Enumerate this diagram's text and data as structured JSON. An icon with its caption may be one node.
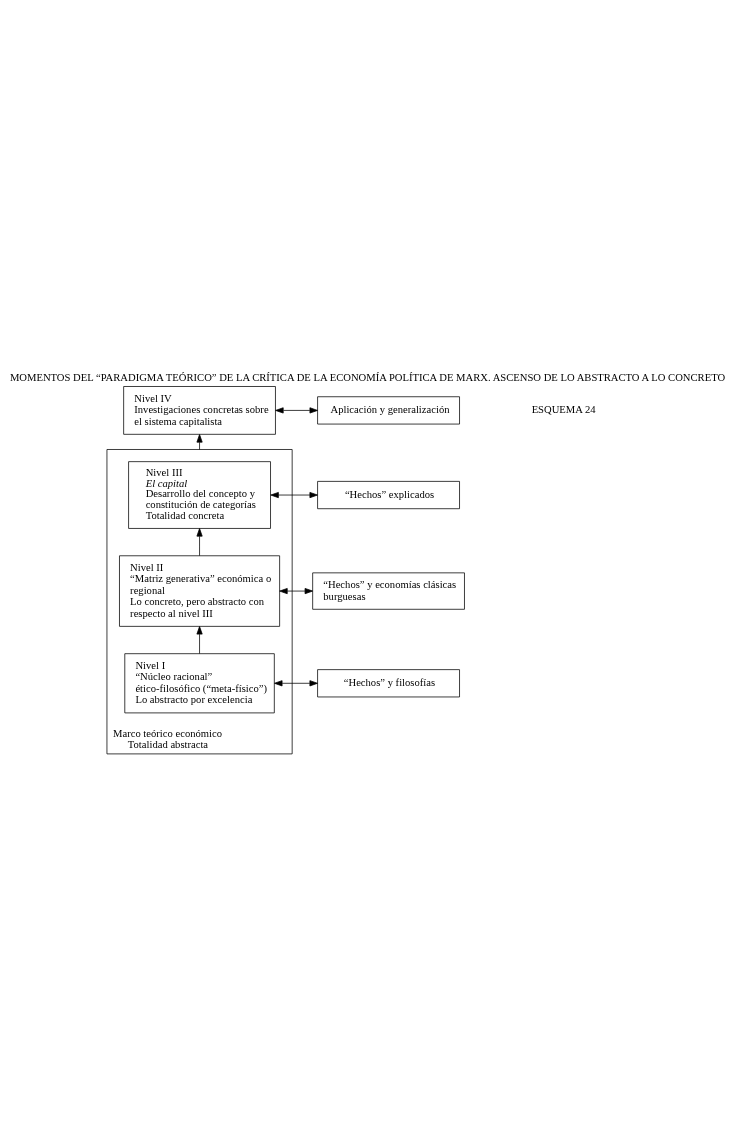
{
  "diagram": {
    "title": "MOMENTOS DEL “PARADIGMA TEÓRICO” DE LA CRÍTICA DE LA ECONOMÍA POLÍTICA DE MARX. ASCENSO DE LO ABSTRACTO A LO CONCRETO",
    "nodes": [
      {
        "text": [
          "Nivel IV",
          "Investigaciones concretas sobre el sistema capitalista"
        ]
      },
      {
        "text": [
          "Aplicación y generalización"
        ]
      },
      {
        "text": [
          "Marco teórico económico",
          "Totalidad abstracta"
        ]
      },
      {
        "text": [
          "Nivel III",
          "El capital",
          "Desarrollo del concepto y constitución de categorías",
          "Totalidad concreta"
        ],
        "in": 2
      },
      {
        "text": [
          "“Hechos” explicados"
        ]
      },
      {
        "text": [
          "Nivel II",
          "“Matriz generativa” económica o regional",
          "Lo concreto, pero abstracto con respecto al nivel III"
        ],
        "in": 2
      },
      {
        "text": [
          "“Hechos” y economías clásicas burguesas"
        ]
      },
      {
        "text": [
          "Nivel I",
          "“Núcleo racional” ético-filosófico (“meta-físico”)",
          "Lo abstracto por excelencia"
        ],
        "in": 2
      },
      {
        "text": [
          "“Hechos” y filosofías"
        ]
      }
    ],
    "edges": [
      {
        "from": 0,
        "to": 1,
        "arrow": "both"
      },
      {
        "from": 2,
        "to": 0,
        "arrow": "to"
      },
      {
        "from": 3,
        "to": 4,
        "arrow": "both"
      },
      {
        "from": 5,
        "to": 3,
        "arrow": "to"
      },
      {
        "from": 5,
        "to": 6,
        "arrow": "both"
      },
      {
        "from": 7,
        "to": 5,
        "arrow": "to"
      },
      {
        "from": 7,
        "to": 8,
        "arrow": "both"
      }
    ],
    "labels": [
      "ESQUEMA 24"
    ]
  }
}
